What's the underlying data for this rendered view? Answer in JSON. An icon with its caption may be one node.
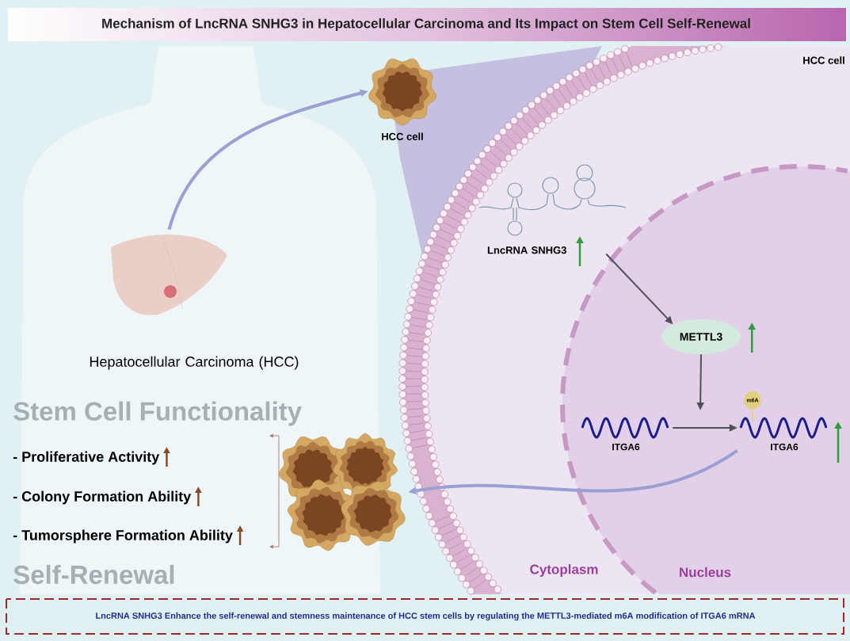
{
  "diagram": {
    "title": "Mechanism of LncRNA SNHG3 in Hepatocellular Carcinoma and Its Impact on Stem Cell Self-Renewal",
    "caption": "LncRNA SNHG3 Enhance the self-renewal and stemness maintenance of HCC stem cells by regulating the METTL3-mediated m6A modification of ITGA6 mRNA",
    "nodes": [
      {
        "text": [],
        "shape": "picture",
        "beside": [
          "Hepatocellular Carcinoma (HCC)"
        ]
      },
      {
        "text": [],
        "shape": "picture",
        "beside": [
          "HCC cell"
        ]
      },
      {
        "text": [
          "HCC cell",
          "Cytoplasm"
        ]
      },
      {
        "text": [
          "Nucleus"
        ],
        "in": 2
      },
      {
        "text": [
          "LncRNA SNHG3"
        ],
        "in": 2
      },
      {
        "text": [
          "METTL3"
        ],
        "in": 3
      },
      {
        "text": [
          "ITGA6"
        ],
        "in": 3
      },
      {
        "text": [
          "ITGA6"
        ],
        "in": 3
      },
      {
        "text": [],
        "shape": "picture"
      }
    ],
    "edges": [
      {
        "from": 0,
        "to": 1,
        "arrow": "to",
        "style": "thick",
        "color": "#9aa0d2"
      },
      {
        "from": 4,
        "to": 5,
        "arrow": "to"
      },
      {
        "from": 5,
        "to": null,
        "arrow": "to"
      },
      {
        "from": 6,
        "to": 7,
        "arrow": "to"
      },
      {
        "from": 7,
        "to": 8,
        "arrow": "to",
        "style": "thick",
        "color": "#9aa0d2"
      }
    ],
    "labels": [
      "Stem Cell Functionality",
      "- Proliferative Activity",
      "- Colony Formation Ability",
      "- Tumorsphere Formation Ability",
      "Self-Renewal",
      "m6A"
    ]
  }
}
